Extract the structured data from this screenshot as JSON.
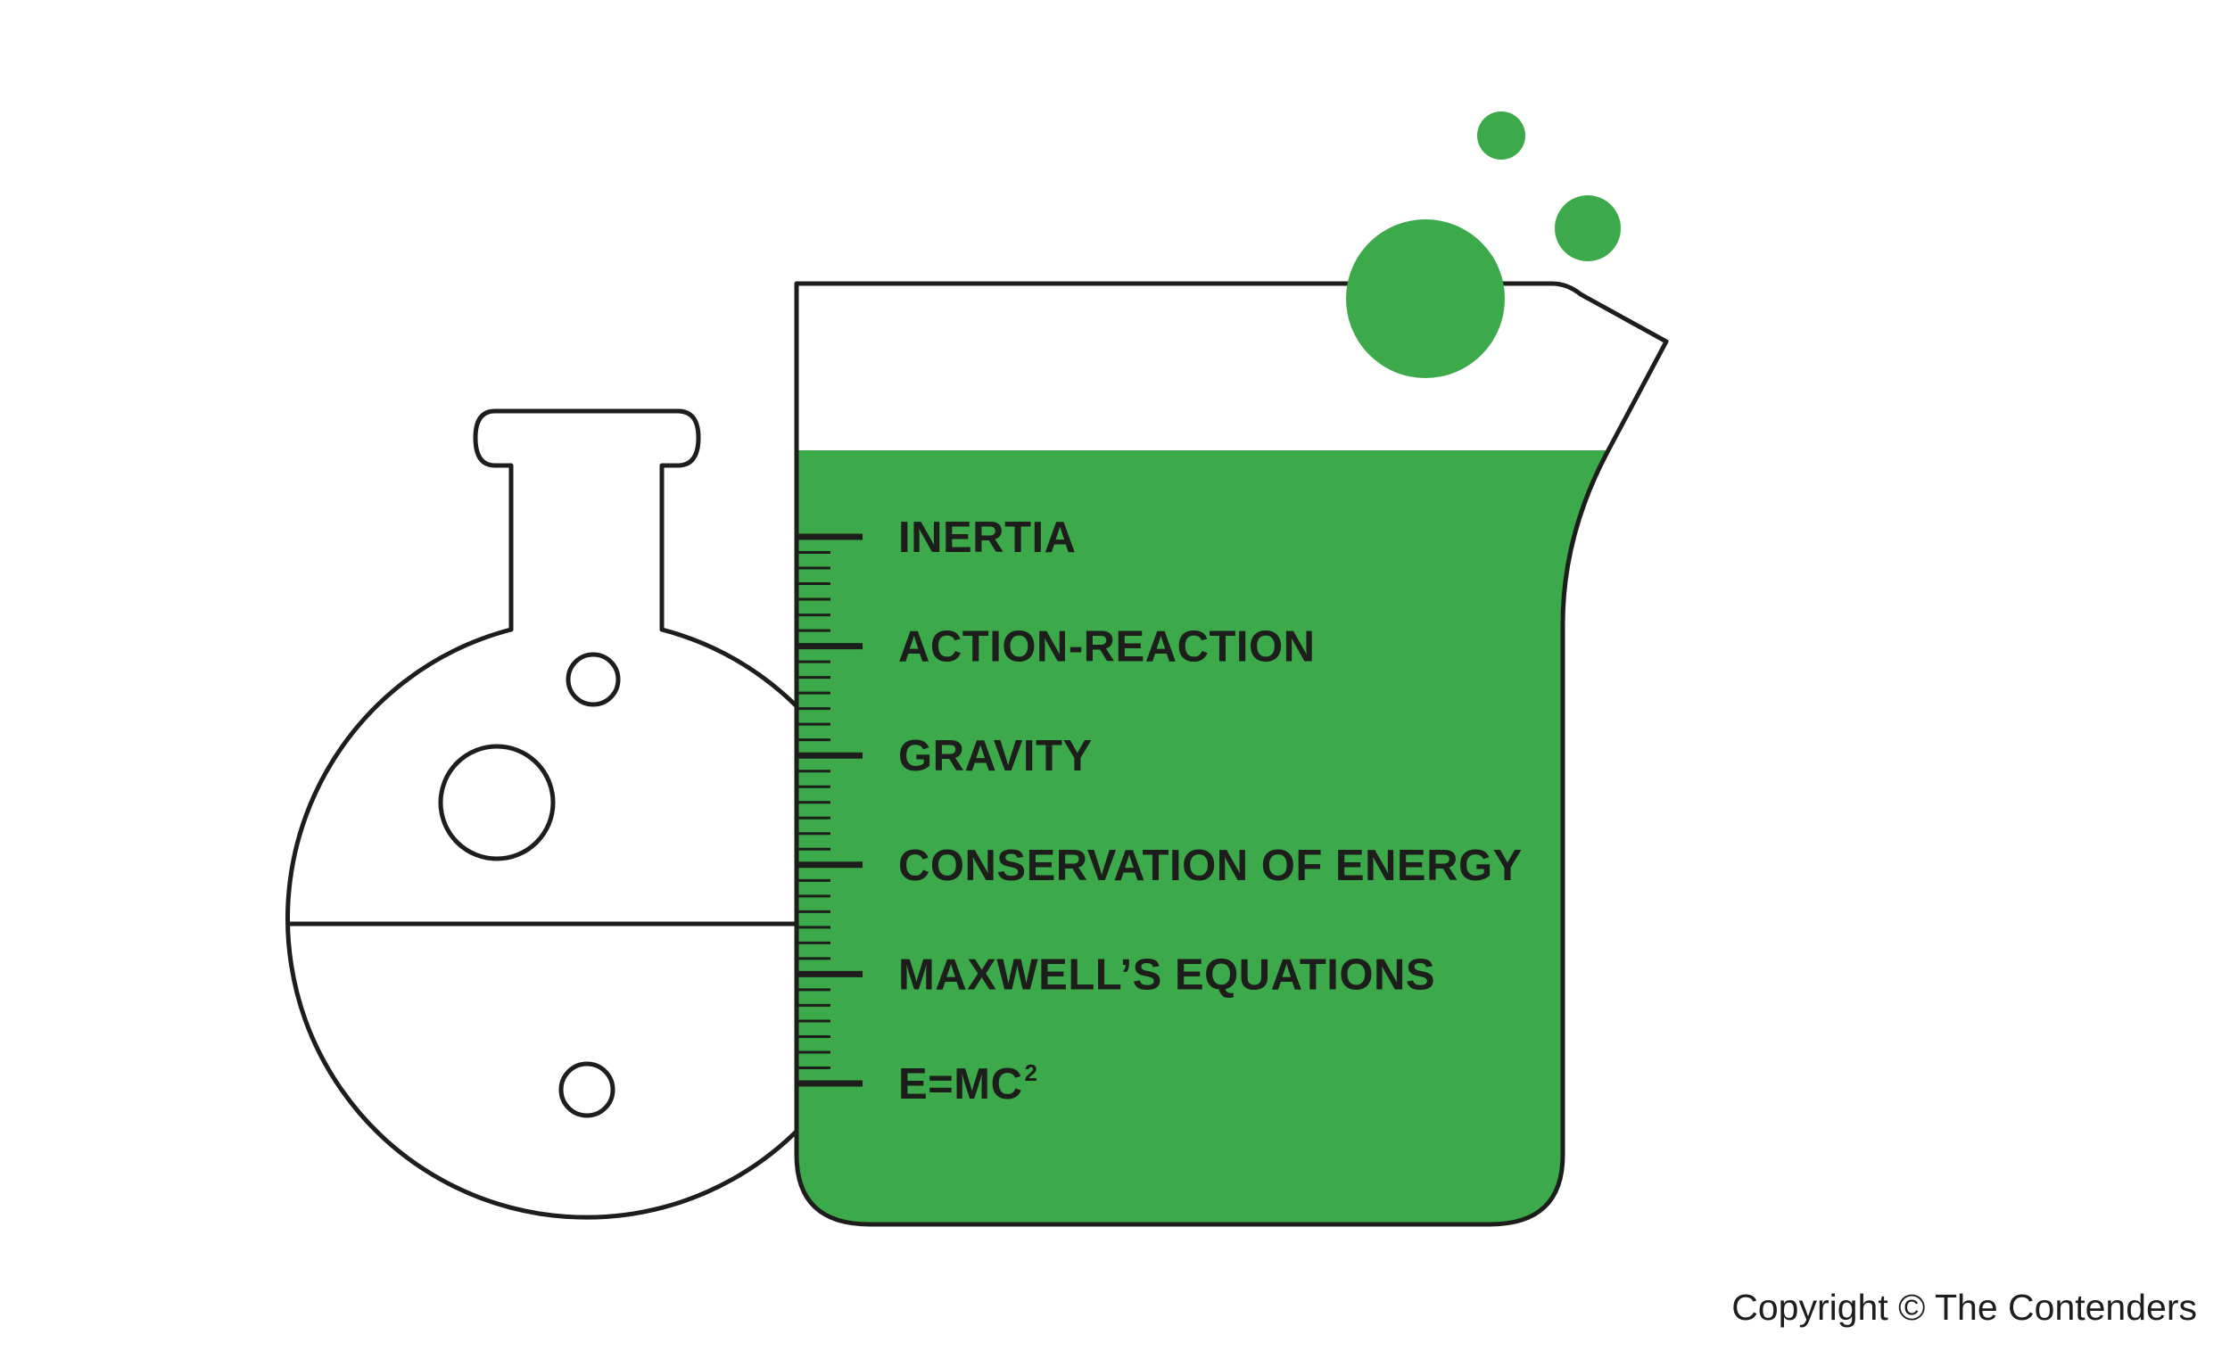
{
  "colors": {
    "liquid": "#3caa4a",
    "outline": "#1d1d1b",
    "background": "#ffffff"
  },
  "icons": [
    "round-bottom-flask-icon",
    "beaker-icon",
    "bubble-icon"
  ],
  "beaker": {
    "labels": [
      {
        "text": "INERTIA"
      },
      {
        "text": "ACTION-REACTION"
      },
      {
        "text": "GRAVITY"
      },
      {
        "text": "CONSERVATION OF ENERGY"
      },
      {
        "text": "MAXWELL’S EQUATIONS"
      },
      {
        "text": "E=MC",
        "sup": "2"
      }
    ]
  },
  "footer": {
    "copyright": "Copyright © The Contenders"
  }
}
